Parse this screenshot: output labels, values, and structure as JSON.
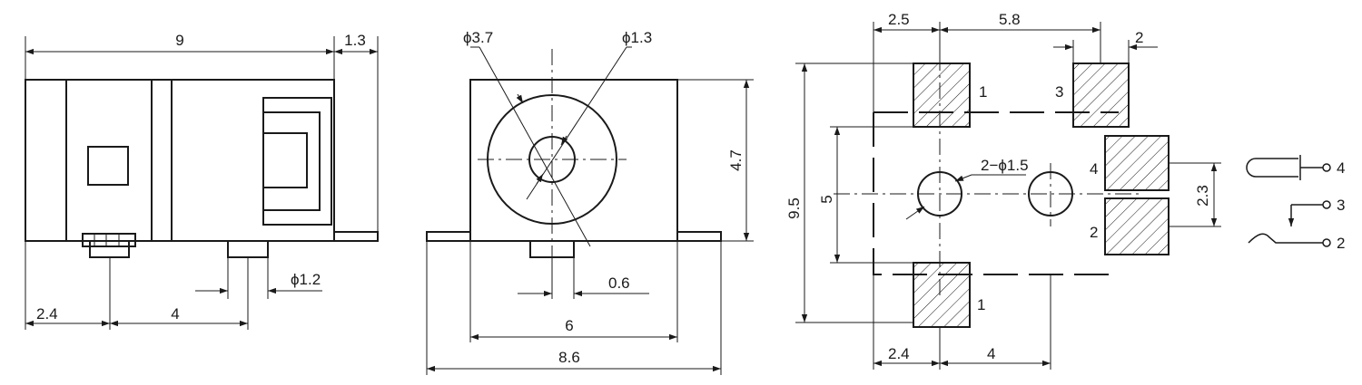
{
  "side_view": {
    "dim_length": "9",
    "dim_tab": "1.3",
    "dim_pin_dia": "ϕ1.2",
    "dim_offset_a": "2.4",
    "dim_offset_b": "4"
  },
  "front_view": {
    "dim_outer_dia": "ϕ3.7",
    "dim_inner_dia": "ϕ1.3",
    "dim_height": "4.7",
    "dim_pin_width": "0.6",
    "dim_body_width": "6",
    "dim_total_width": "8.6"
  },
  "footprint": {
    "dim_top_a": "2.5",
    "dim_top_b": "5.8",
    "dim_top_c": "2",
    "dim_height": "9.5",
    "dim_hole_spacing": "5",
    "dim_pad_spacing": "2.3",
    "dim_holes": "2−ϕ1.5",
    "dim_bottom_a": "2.4",
    "dim_bottom_b": "4",
    "pad_label_top_left": "1",
    "pad_label_top_right": "3",
    "pad_label_right_top": "4",
    "pad_label_right_bottom": "2",
    "pad_label_bottom": "1"
  },
  "schematic": {
    "pin_4": "4",
    "pin_3": "3",
    "pin_2": "2"
  }
}
